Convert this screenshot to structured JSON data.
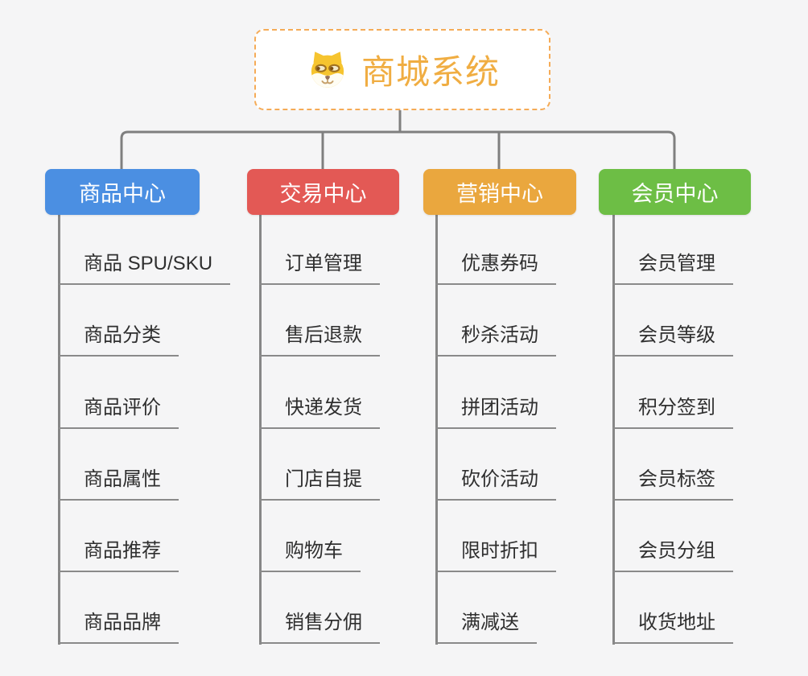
{
  "root": {
    "title": "商城系统",
    "icon": "dog-face-icon"
  },
  "branches": [
    {
      "label": "商品中心",
      "color": "#4b8fe2",
      "children": [
        "商品 SPU/SKU",
        "商品分类",
        "商品评价",
        "商品属性",
        "商品推荐",
        "商品品牌"
      ]
    },
    {
      "label": "交易中心",
      "color": "#e35955",
      "children": [
        "订单管理",
        "售后退款",
        "快递发货",
        "门店自提",
        "购物车",
        "销售分佣"
      ]
    },
    {
      "label": "营销中心",
      "color": "#eaa73e",
      "children": [
        "优惠券码",
        "秒杀活动",
        "拼团活动",
        "砍价活动",
        "限时折扣",
        "满减送"
      ]
    },
    {
      "label": "会员中心",
      "color": "#6dbe45",
      "children": [
        "会员管理",
        "会员等级",
        "积分签到",
        "会员标签",
        "会员分组",
        "收货地址"
      ]
    }
  ],
  "colors": {
    "background": "#f5f5f6",
    "root_border": "#f5ab57",
    "root_title": "#f0ad42",
    "connector": "#7f7f7f",
    "underline": "#8a8a8a",
    "subtopic_text": "#2f2f2f"
  }
}
